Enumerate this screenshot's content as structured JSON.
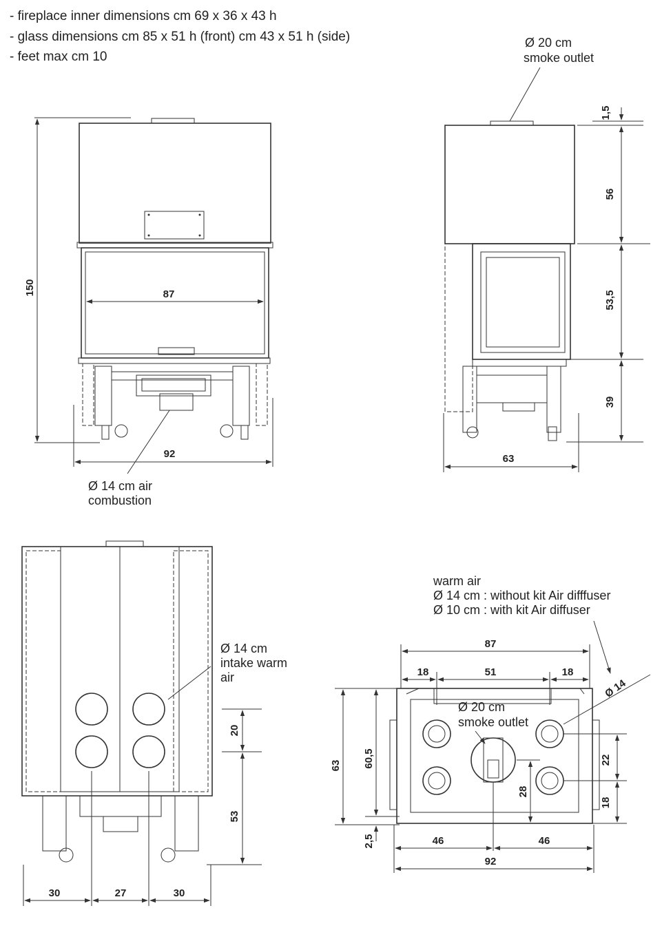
{
  "specs": [
    "- fireplace inner dimensions cm 69 x 36 x 43 h",
    "- glass dimensions cm 85 x 51 h (front) cm 43 x 51 h (side)",
    "- feet max cm 10"
  ],
  "front_view": {
    "height": "150",
    "inner_width": "87",
    "base_width": "92",
    "air_label_1": "Ø 14 cm air",
    "air_label_2": "combustion"
  },
  "side_view": {
    "smoke_label_1": "Ø 20 cm",
    "smoke_label_2": "smoke outlet",
    "dim_top": "1,5",
    "dim_hood": "56",
    "dim_glass": "53,5",
    "dim_base": "39",
    "width": "63"
  },
  "back_view": {
    "intake_label_1": "Ø 14 cm",
    "intake_label_2": "intake warm",
    "intake_label_3": "air",
    "dim_spacing": "20",
    "dim_height": "53",
    "dim_left": "30",
    "dim_mid": "27",
    "dim_right": "30"
  },
  "top_view": {
    "warm_1": "warm air",
    "warm_2": "Ø 14 cm : without kit Air difffuser",
    "warm_3": "Ø 10 cm : with kit Air diffuser",
    "dim_total": "87",
    "dim_left": "18",
    "dim_mid": "51",
    "dim_right": "18",
    "dim_diam": "Ø 14",
    "smoke_1": "Ø 20 cm",
    "smoke_2": "smoke outlet",
    "dim_depth": "63",
    "dim_depth_inner": "60,5",
    "dim_22": "22",
    "dim_18": "18",
    "dim_28": "28",
    "dim_25": "2,5",
    "dim_46a": "46",
    "dim_46b": "46",
    "dim_92": "92"
  }
}
